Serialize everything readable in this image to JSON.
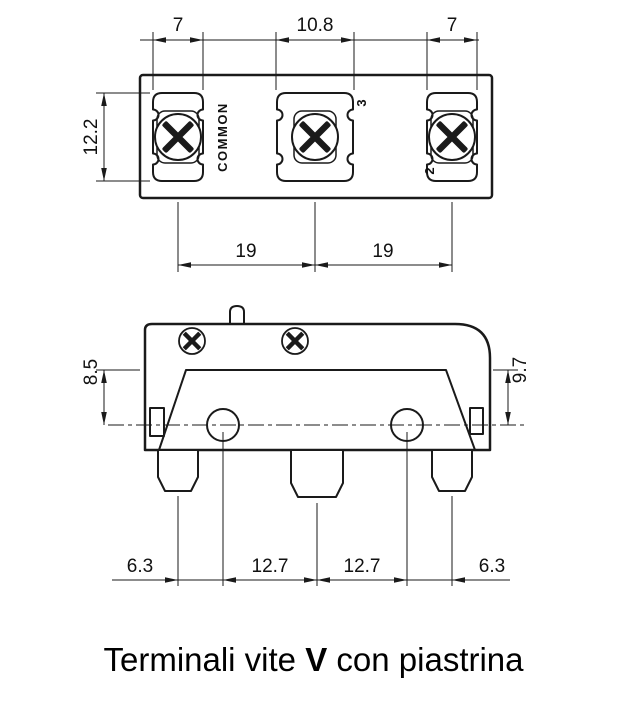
{
  "caption": {
    "prefix": "Terminali vite ",
    "bold_term": "V",
    "suffix": " con piastrina"
  },
  "top_view": {
    "dim_width_left": "7",
    "dim_width_middle": "10.8",
    "dim_width_right": "7",
    "dim_height": "12.2",
    "dim_pitch_left": "19",
    "dim_pitch_right": "19",
    "label_common": "COMMON",
    "label_terminal_3": "3",
    "label_terminal_2": "2"
  },
  "front_view": {
    "dim_left_height": "8.5",
    "dim_right_height": "9.7",
    "chain": [
      "6.3",
      "12.7",
      "12.7",
      "6.3"
    ]
  },
  "colors": {
    "line": "#1a1a1a",
    "background": "#ffffff"
  }
}
